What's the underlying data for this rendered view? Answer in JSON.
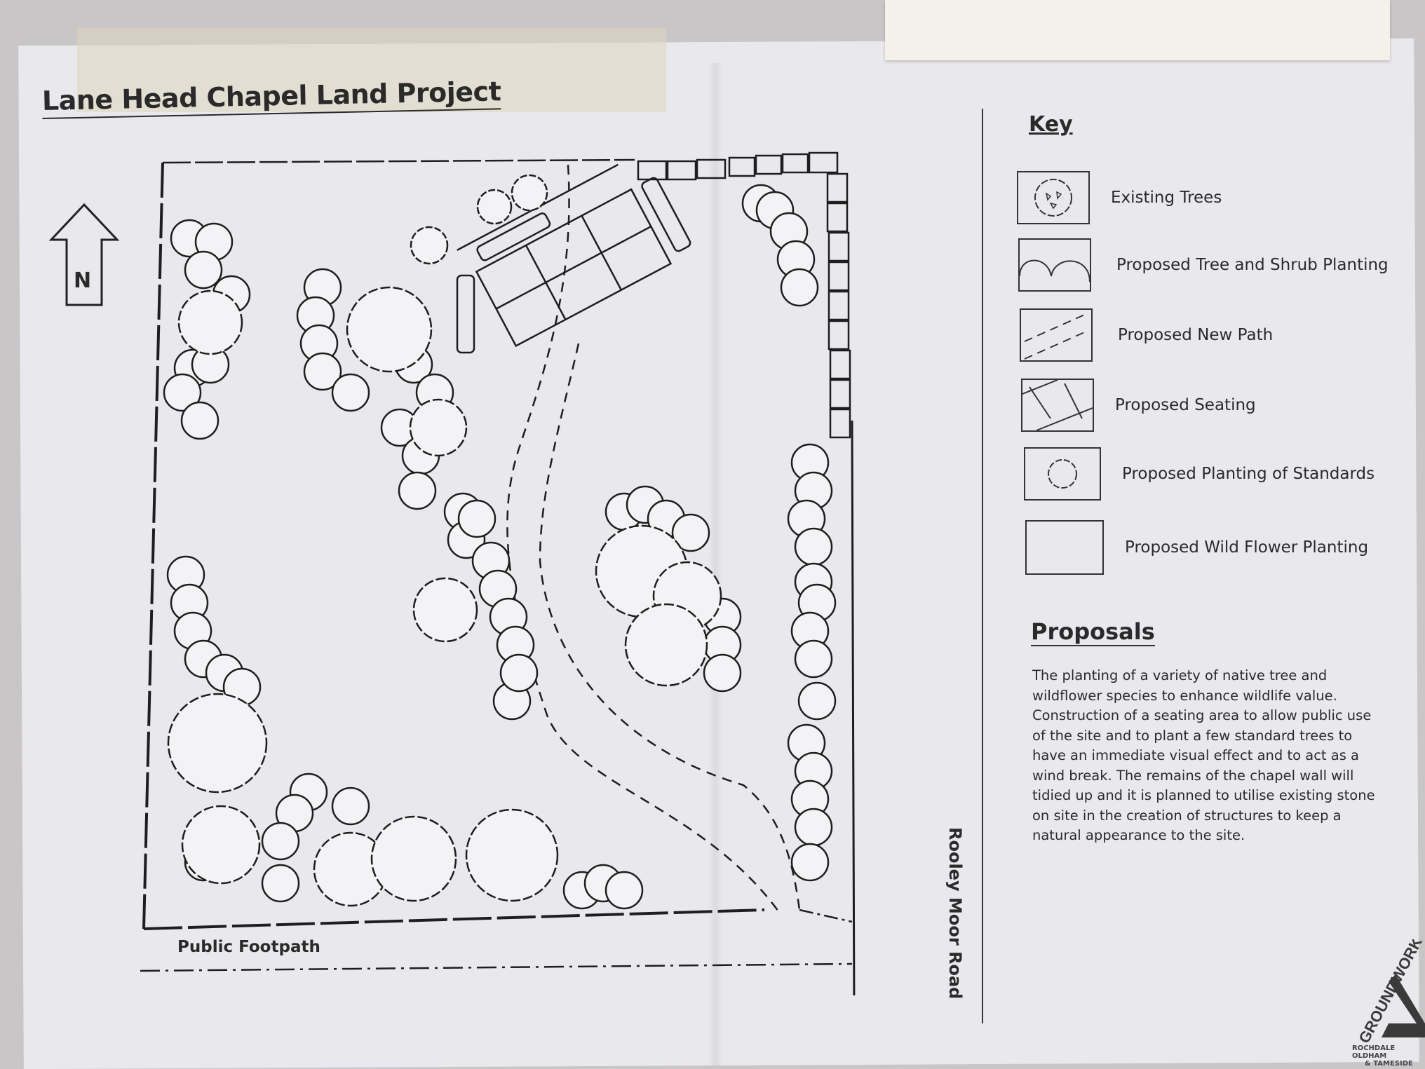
{
  "title": "Lane Head Chapel Land Project",
  "north_label": "N",
  "labels": {
    "road": "Rooley Moor Road",
    "footpath": "Public Footpath"
  },
  "key": {
    "title": "Key",
    "items": [
      {
        "icon": "existing-tree-icon",
        "label": "Existing Trees"
      },
      {
        "icon": "tree-shrub-planting-icon",
        "label": "Proposed Tree and Shrub Planting"
      },
      {
        "icon": "new-path-icon",
        "label": "Proposed New Path"
      },
      {
        "icon": "seating-icon",
        "label": "Proposed Seating"
      },
      {
        "icon": "standard-tree-icon",
        "label": "Proposed Planting of Standards"
      },
      {
        "icon": "wild-flower-icon",
        "label": "Proposed Wild Flower Planting"
      }
    ]
  },
  "proposals": {
    "title": "Proposals",
    "text": "The planting of a variety of native tree and wildflower species to enhance wildlife value. Construction of a seating area to allow public use of the site and to plant a few standard trees to have an immediate visual effect and to act as a wind break. The remains of the chapel wall will tidied up and it is planned to utilise existing stone on site in the  creation of structures to keep a natural appearance to the site."
  },
  "logo": {
    "name": "GROUNDWORK",
    "subtitle_line1": "ROCHDALE OLDHAM",
    "subtitle_line2": "& TAMESIDE"
  }
}
